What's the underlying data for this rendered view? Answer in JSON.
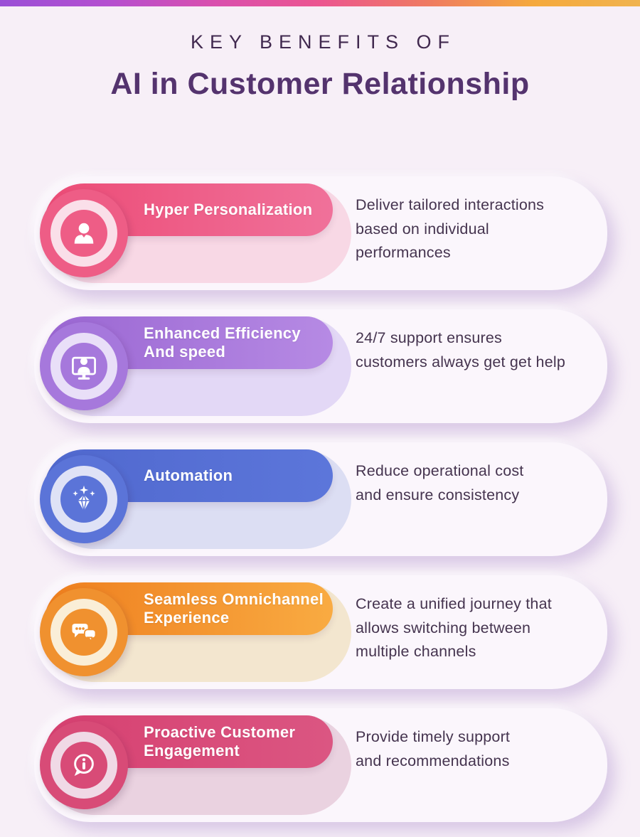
{
  "page": {
    "colors": {
      "background": "#f7eff7",
      "card_bg": "#fbf6fc",
      "text": "#45344f"
    },
    "topbar_gradient": [
      "#9a4fd6",
      "#b44fd0",
      "#d94fae",
      "#ec5590",
      "#ef7a62",
      "#f5a93d",
      "#f0b34f"
    ]
  },
  "header": {
    "kicker": "KEY BENEFITS OF",
    "title": "AI in Customer Relationship",
    "colors": {
      "kicker": "#41294f",
      "title": "#54336e"
    }
  },
  "cards": [
    {
      "icon": "user-icon",
      "title_lines": [
        "Hyper Personalization"
      ],
      "description_lines": [
        "Deliver tailored interactions",
        "based on individual",
        "performances"
      ],
      "colors": {
        "banner_from": "#ec4b76",
        "banner_to": "#f0719a",
        "main": "#ee5d86",
        "ring_light": "#fadfe9",
        "tint": "#f8d8e5"
      }
    },
    {
      "icon": "support-monitor-icon",
      "title_lines": [
        "Enhanced Efficiency",
        "And speed"
      ],
      "description_lines": [
        "24/7 support ensures",
        "customers always get get help"
      ],
      "colors": {
        "banner_from": "#9a66d2",
        "banner_to": "#b68ae4",
        "main": "#a678dc",
        "ring_light": "#e9dff8",
        "tint": "#e3d8f6"
      }
    },
    {
      "icon": "diamond-sparkle-icon",
      "title_lines": [
        "Automation"
      ],
      "description_lines": [
        "Reduce operational cost",
        "and ensure consistency"
      ],
      "colors": {
        "banner_from": "#5068ce",
        "banner_to": "#5c76da",
        "main": "#5b74d8",
        "ring_light": "#dfe2f6",
        "tint": "#dcdef3"
      }
    },
    {
      "icon": "chat-bubbles-icon",
      "title_lines": [
        "Seamless Omnichannel",
        "Experience"
      ],
      "description_lines": [
        "Create a unified journey that",
        "allows switching between",
        "multiple channels"
      ],
      "colors": {
        "banner_from": "#ee7e1e",
        "banner_to": "#f9ab42",
        "main": "#f0912f",
        "ring_light": "#faeed7",
        "tint": "#f3e6cf"
      }
    },
    {
      "icon": "info-bubble-icon",
      "title_lines": [
        "Proactive Customer",
        "Engagement"
      ],
      "description_lines": [
        "Provide timely support",
        "and recommendations"
      ],
      "colors": {
        "banner_from": "#d64070",
        "banner_to": "#db5682",
        "main": "#d84b77",
        "ring_light": "#f0d9e6",
        "tint": "#ead2e0"
      }
    }
  ]
}
